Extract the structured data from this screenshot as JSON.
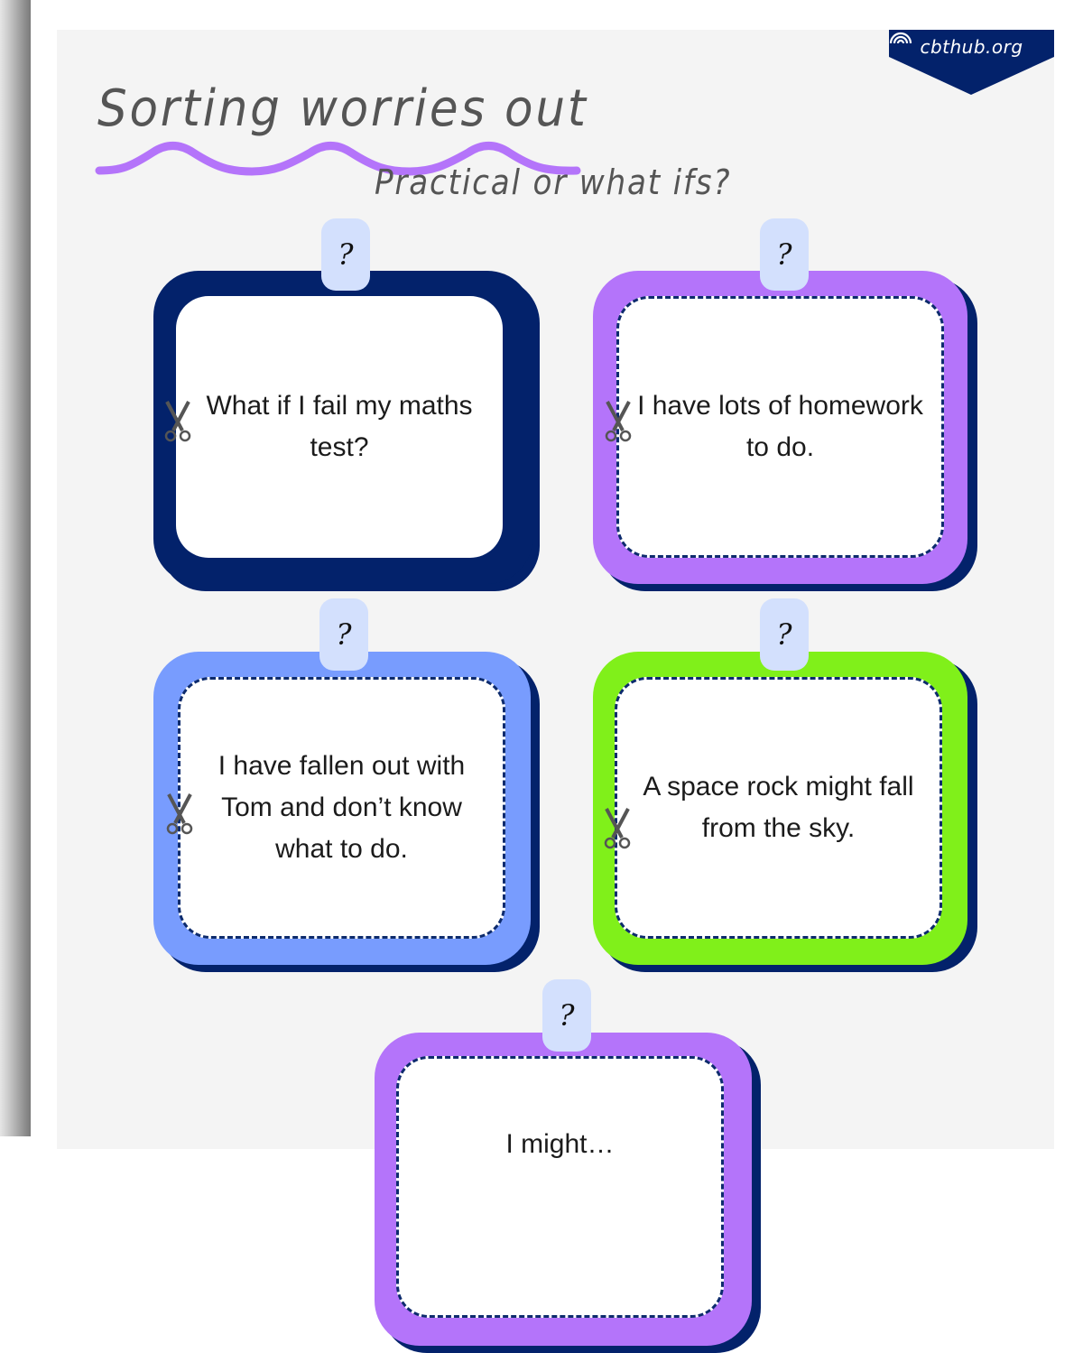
{
  "badge": {
    "text": "cbthub.org",
    "icon": "rainbow-icon",
    "color": "#03226b"
  },
  "header": {
    "title": "Sorting worries out",
    "subtitle": "Practical or what ifs?",
    "wave_color": "#b474fa",
    "text_color": "#555555"
  },
  "cards": [
    {
      "tab": "?",
      "text": "What if I fail my maths test?",
      "frame_color": "#03226b",
      "icon": "scissors-icon"
    },
    {
      "tab": "?",
      "text": "I have lots of homework to do.",
      "frame_color": "#b474fa",
      "icon": "scissors-icon"
    },
    {
      "tab": "?",
      "text": "I have fallen out with Tom and don’t know what to do.",
      "frame_color": "#789cfe",
      "icon": "scissors-icon"
    },
    {
      "tab": "?",
      "text": "A space rock might fall from the sky.",
      "frame_color": "#80f01a",
      "icon": "scissors-icon"
    },
    {
      "tab": "?",
      "text": "I might…",
      "frame_color": "#b474fa",
      "icon": "scissors-icon"
    }
  ],
  "colors": {
    "page_bg": "#f4f4f4",
    "shadow": "#03226b",
    "tab_bg": "#d3e0fd",
    "dash": "#0d2b6d"
  }
}
